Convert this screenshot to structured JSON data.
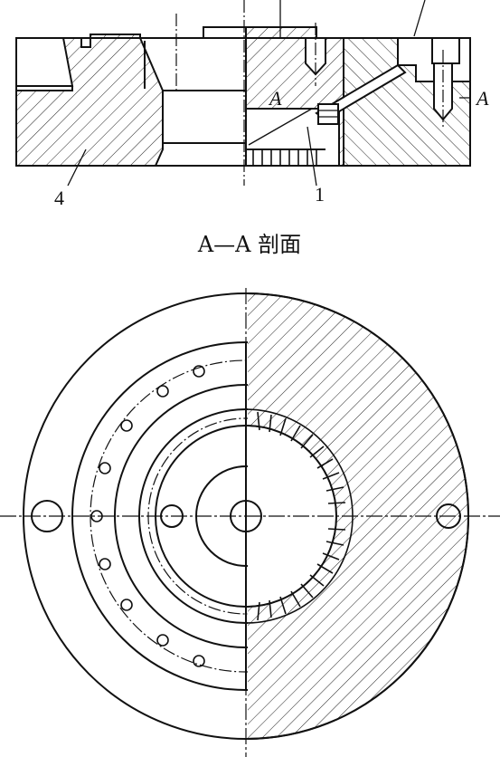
{
  "section_view": {
    "labels": {
      "part_4": "4",
      "part_1": "1",
      "cut_left": "A",
      "cut_right": "A"
    }
  },
  "plan_view": {
    "title": "A—A 剖面"
  }
}
